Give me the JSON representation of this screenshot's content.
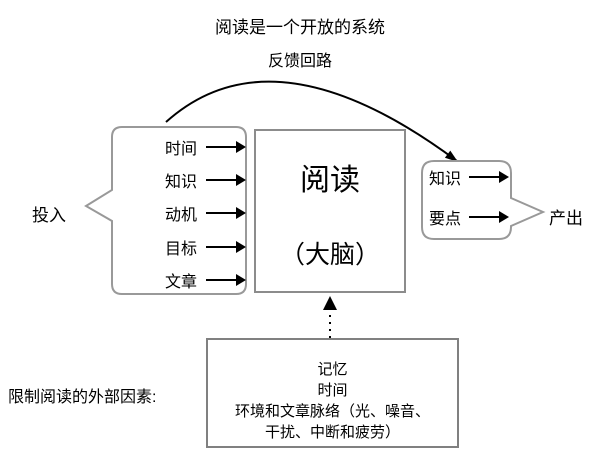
{
  "diagram": {
    "title": "阅读是一个开放的系统",
    "subtitle": "反馈回路",
    "input": {
      "label": "投入",
      "items": [
        "时间",
        "知识",
        "动机",
        "目标",
        "文章"
      ]
    },
    "process": {
      "title": "阅读",
      "subtitle": "（大脑）"
    },
    "output": {
      "label": "产出",
      "items": [
        "知识",
        "要点"
      ]
    },
    "constraints": {
      "label": "限制阅读的外部因素:",
      "lines": [
        "记忆",
        "时间",
        "环境和文章脉络（光、噪音、",
        "干扰、中断和疲劳）"
      ]
    },
    "colors": {
      "box_border": "#8c8c8c",
      "line": "#000000",
      "background": "#ffffff"
    }
  }
}
